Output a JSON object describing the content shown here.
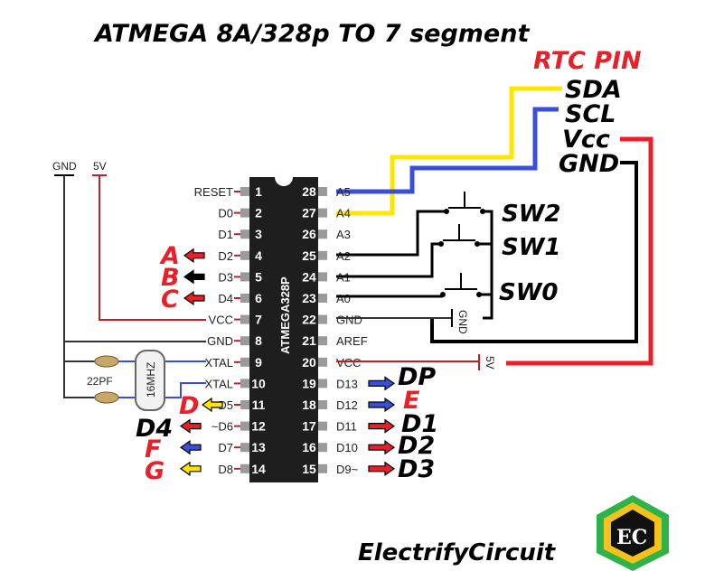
{
  "title": "ATMEGA 8A/328p TO 7 segment",
  "rtc": {
    "heading": "RTC PIN",
    "pins": [
      "SDA",
      "SCL",
      "Vcc",
      "GND"
    ]
  },
  "chip": {
    "name": "ATMEGA328P",
    "left_pins": [
      {
        "num": "1",
        "name": "RESET"
      },
      {
        "num": "2",
        "name": "D0"
      },
      {
        "num": "3",
        "name": "D1"
      },
      {
        "num": "4",
        "name": "D2"
      },
      {
        "num": "5",
        "name": "D3"
      },
      {
        "num": "6",
        "name": "D4"
      },
      {
        "num": "7",
        "name": "VCC"
      },
      {
        "num": "8",
        "name": "GND"
      },
      {
        "num": "9",
        "name": "XTAL"
      },
      {
        "num": "10",
        "name": "XTAL"
      },
      {
        "num": "11",
        "name": "D5"
      },
      {
        "num": "12",
        "name": "~D6"
      },
      {
        "num": "13",
        "name": "D7"
      },
      {
        "num": "14",
        "name": "D8"
      }
    ],
    "right_pins": [
      {
        "num": "28",
        "name": "A5"
      },
      {
        "num": "27",
        "name": "A4"
      },
      {
        "num": "26",
        "name": "A3"
      },
      {
        "num": "25",
        "name": "A2"
      },
      {
        "num": "24",
        "name": "A1"
      },
      {
        "num": "23",
        "name": "A0"
      },
      {
        "num": "22",
        "name": "GND"
      },
      {
        "num": "21",
        "name": "AREF"
      },
      {
        "num": "20",
        "name": "VCC"
      },
      {
        "num": "19",
        "name": "D13"
      },
      {
        "num": "18",
        "name": "D12"
      },
      {
        "num": "17",
        "name": "D11"
      },
      {
        "num": "16",
        "name": "D10"
      },
      {
        "num": "15",
        "name": "D9~"
      }
    ]
  },
  "segments": {
    "left": [
      "A",
      "B",
      "C",
      "D",
      "D4",
      "F",
      "G"
    ],
    "right": [
      "DP",
      "E",
      "D1",
      "D2",
      "D3"
    ]
  },
  "switches": [
    "SW2",
    "SW1",
    "SW0"
  ],
  "rails": {
    "gnd": "GND",
    "vcc": "5V",
    "chip_vcc": "5V",
    "sw_gnd": "GND"
  },
  "crystal": {
    "freq": "16MHZ",
    "cap": "22PF"
  },
  "brand": {
    "name": "ElectrifyCircuit",
    "logo_letters": "EC"
  },
  "colors": {
    "red": "#e8202a",
    "yellow": "#ffe600",
    "blue": "#3a4fd8",
    "black": "#000000",
    "chip": "#1e1e1e"
  }
}
